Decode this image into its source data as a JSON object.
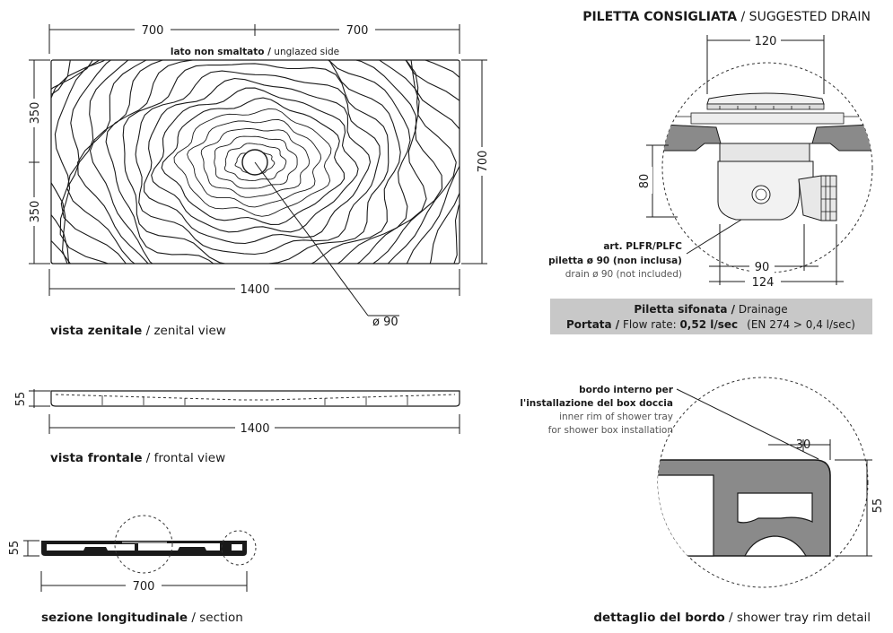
{
  "top_view": {
    "dim_w1": "700",
    "dim_w2": "700",
    "side_note_bold": "lato non smaltato /",
    "side_note": " unglazed side",
    "dim_h1": "350",
    "dim_h2": "350",
    "dim_height": "700",
    "dim_total": "1400",
    "drain_diameter": "ø 90",
    "caption_bold": "vista zenitale",
    "caption": " / zenital view"
  },
  "front_view": {
    "dim_height": "55",
    "dim_total": "1400",
    "caption_bold": "vista frontale",
    "caption": " / frontal view"
  },
  "section_view": {
    "dim_height": "55",
    "dim_half": "700",
    "caption_bold": "sezione longitudinale",
    "caption": " / section"
  },
  "drain": {
    "title_bold": "PILETTA CONSIGLIATA",
    "title": " / SUGGESTED DRAIN",
    "dim_top": "120",
    "dim_height": "80",
    "dim_inner": "90",
    "dim_outer": "124",
    "art_line1": "art. PLFR/PLFC",
    "art_line2": "piletta ø 90 (non inclusa)",
    "art_line3": "drain ø 90 (not included)",
    "box_line1_bold": "Piletta sifonata /",
    "box_line1": " Drainage",
    "box_line2_bold": "Portata /",
    "box_line2_mid": " Flow rate: ",
    "box_line2_value": "0,52 l/sec",
    "box_line2_norm": "(EN 274 > 0,4 l/sec)"
  },
  "rim_detail": {
    "note_line1": "bordo interno per",
    "note_line2": "l'installazione del box doccia",
    "note_line3": "inner rim of shower tray",
    "note_line4": "for shower box installation",
    "dim_rim": "30",
    "dim_height": "55",
    "caption_bold": "dettaglio del bordo",
    "caption": " / shower tray rim detail"
  },
  "colors": {
    "ink": "#1a1a1a",
    "panel_gray": "#c8c8c8",
    "part_gray": "#8a8a8a"
  }
}
